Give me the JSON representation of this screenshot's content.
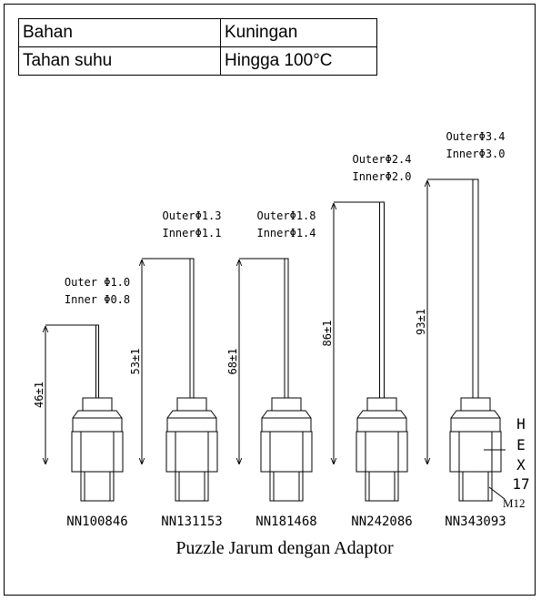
{
  "spec_table": {
    "rows": [
      {
        "label": "Bahan",
        "value": "Kuningan"
      },
      {
        "label": "Tahan suhu",
        "value": "Hingga 100°C"
      }
    ]
  },
  "caption": "Puzzle Jarum dengan Adaptor",
  "hex_label": [
    "H",
    "E",
    "X",
    "17"
  ],
  "thread_label": "M12",
  "needles": [
    {
      "model": "NN100846",
      "outer_label": "Outer Φ1.0",
      "inner_label": "Inner Φ0.8",
      "length_label": "46±1"
    },
    {
      "model": "NN131153",
      "outer_label": "OuterΦ1.3",
      "inner_label": "InnerΦ1.1",
      "length_label": "53±1"
    },
    {
      "model": "NN181468",
      "outer_label": "OuterΦ1.8",
      "inner_label": "InnerΦ1.4",
      "length_label": "68±1"
    },
    {
      "model": "NN242086",
      "outer_label": "OuterΦ2.4",
      "inner_label": "InnerΦ2.0",
      "length_label": "86±1"
    },
    {
      "model": "NN343093",
      "outer_label": "OuterΦ3.4",
      "inner_label": "InnerΦ3.0",
      "length_label": "93±1"
    }
  ]
}
